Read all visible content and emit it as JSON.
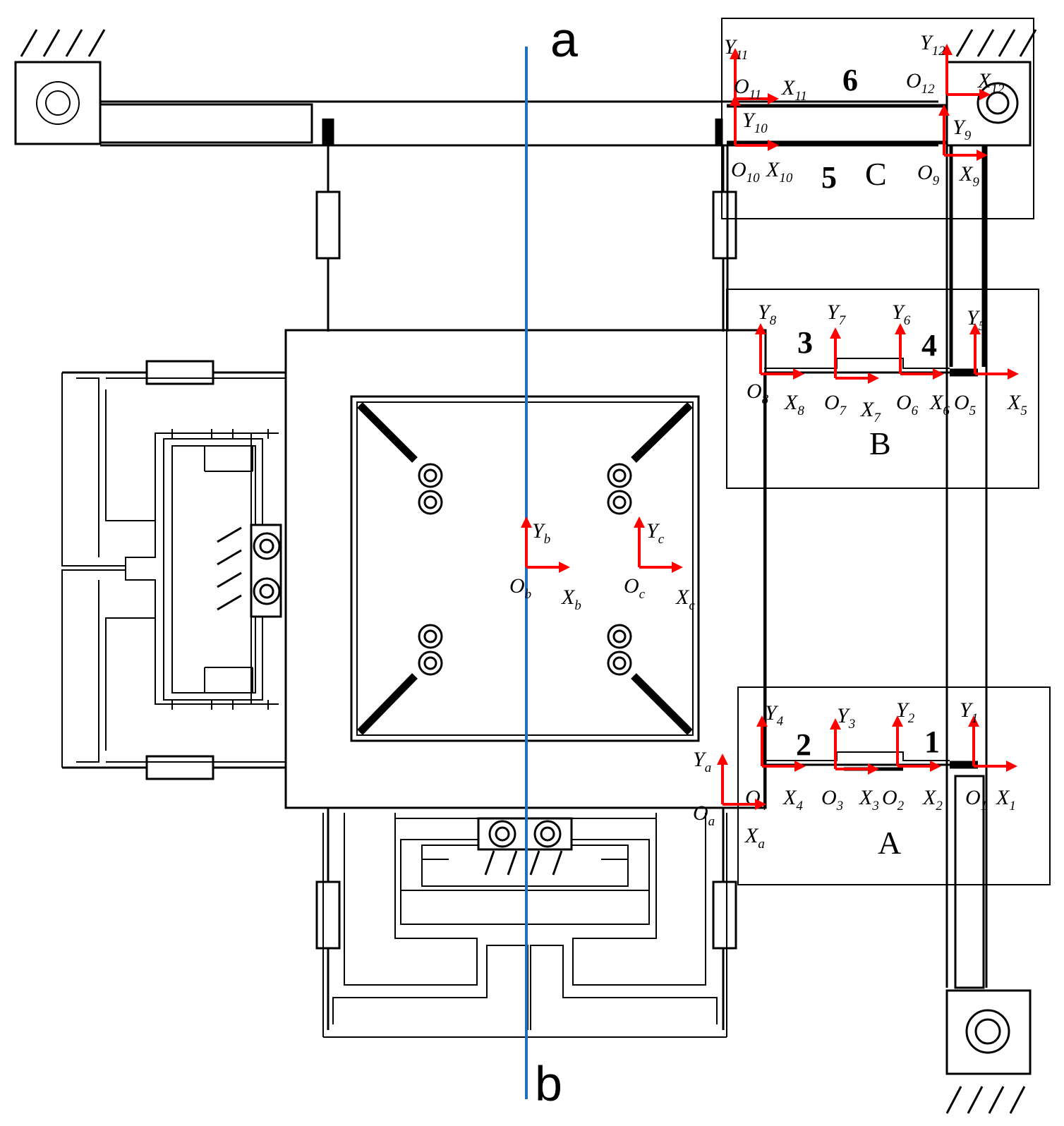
{
  "section_line": {
    "start_label": "a",
    "end_label": "b",
    "color": "#1f6fc0"
  },
  "regions": [
    {
      "id": "A",
      "label": "A"
    },
    {
      "id": "B",
      "label": "B"
    },
    {
      "id": "C",
      "label": "C"
    }
  ],
  "part_numbers": [
    "1",
    "2",
    "3",
    "4",
    "5",
    "6"
  ],
  "axis_color": "#ff0000",
  "frames": [
    {
      "origin": "O",
      "sub": "1",
      "x": "X",
      "xsub": "1",
      "y": "Y",
      "ysub": "1"
    },
    {
      "origin": "O",
      "sub": "2",
      "x": "X",
      "xsub": "2",
      "y": "Y",
      "ysub": "2"
    },
    {
      "origin": "O",
      "sub": "3",
      "x": "X",
      "xsub": "3",
      "y": "Y",
      "ysub": "3"
    },
    {
      "origin": "O",
      "sub": "4",
      "x": "X",
      "xsub": "4",
      "y": "Y",
      "ysub": "4"
    },
    {
      "origin": "O",
      "sub": "5",
      "x": "X",
      "xsub": "5",
      "y": "Y",
      "ysub": "5"
    },
    {
      "origin": "O",
      "sub": "6",
      "x": "X",
      "xsub": "6",
      "y": "Y",
      "ysub": "6"
    },
    {
      "origin": "O",
      "sub": "7",
      "x": "X",
      "xsub": "7",
      "y": "Y",
      "ysub": "7"
    },
    {
      "origin": "O",
      "sub": "8",
      "x": "X",
      "xsub": "8",
      "y": "Y",
      "ysub": "8"
    },
    {
      "origin": "O",
      "sub": "9",
      "x": "X",
      "xsub": "9",
      "y": "Y",
      "ysub": "9"
    },
    {
      "origin": "O",
      "sub": "10",
      "x": "X",
      "xsub": "10",
      "y": "Y",
      "ysub": "10"
    },
    {
      "origin": "O",
      "sub": "11",
      "x": "X",
      "xsub": "11",
      "y": "Y",
      "ysub": "11"
    },
    {
      "origin": "O",
      "sub": "12",
      "x": "X",
      "xsub": "12",
      "y": "Y",
      "ysub": "12"
    },
    {
      "origin": "O",
      "sub": "a",
      "x": "X",
      "xsub": "a",
      "y": "Y",
      "ysub": "a"
    },
    {
      "origin": "O",
      "sub": "b",
      "x": "X",
      "xsub": "b",
      "y": "Y",
      "ysub": "b"
    },
    {
      "origin": "O",
      "sub": "c",
      "x": "X",
      "xsub": "c",
      "y": "Y",
      "ysub": "c"
    }
  ]
}
